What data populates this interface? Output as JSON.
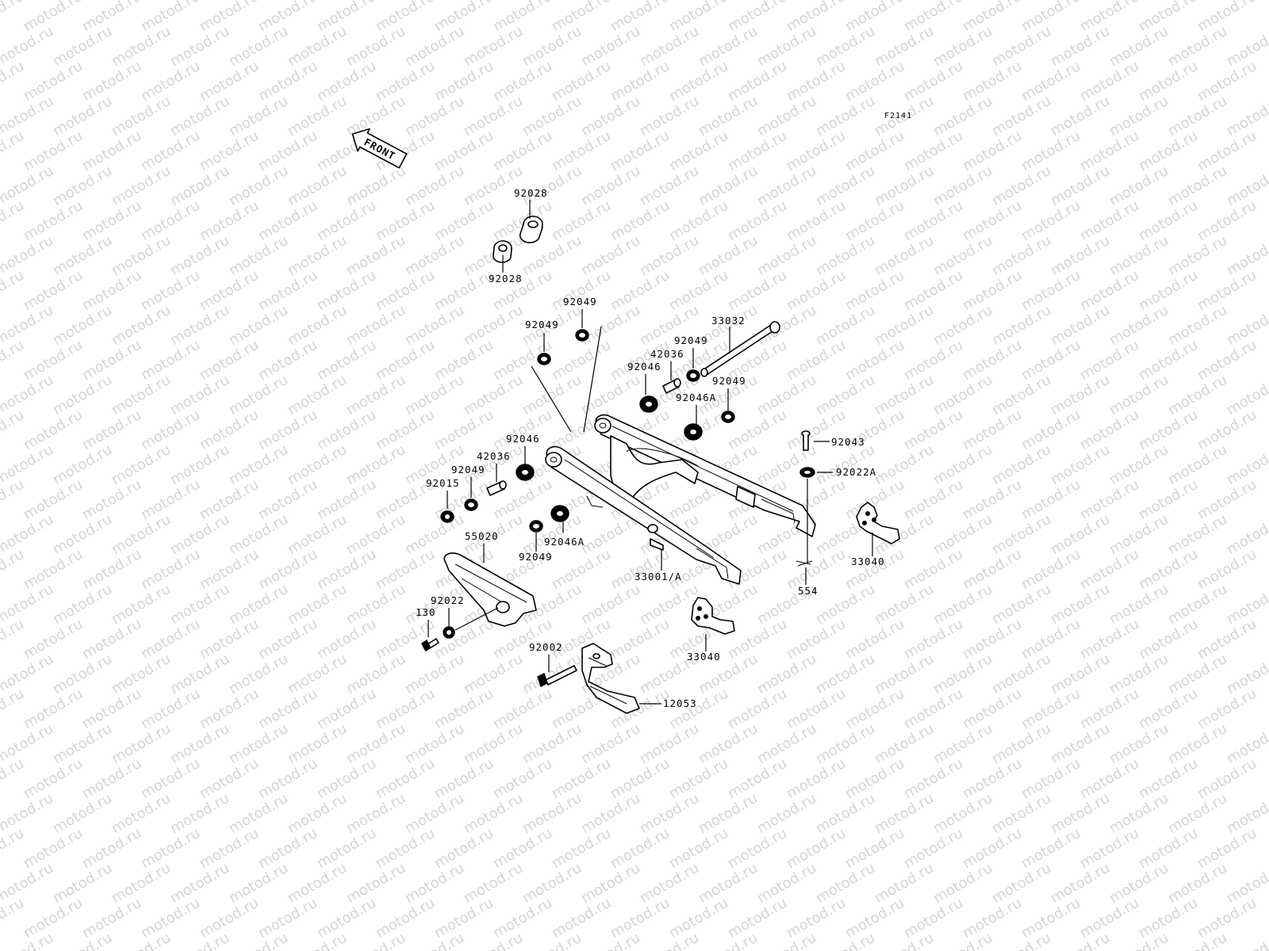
{
  "watermark": "motod.ru",
  "figure_code": "F2141",
  "front_label": "FRONT",
  "parts": {
    "p92028_top": "92028",
    "p92028_bot": "92028",
    "p92049_a": "92049",
    "p92049_b": "92049",
    "p33032": "33032",
    "p92049_c": "92049",
    "p42036_a": "42036",
    "p92046_a": "92046",
    "p92049_d": "92049",
    "p92046A_a": "92046A",
    "p92046_b": "92046",
    "p42036_b": "42036",
    "p92049_e": "92049",
    "p92015": "92015",
    "p92043": "92043",
    "p92022A": "92022A",
    "p33040_a": "33040",
    "p554": "554",
    "p55020": "55020",
    "p92049_f": "92049",
    "p92046A_b": "92046A",
    "p33001A": "33001/A",
    "p92022": "92022",
    "p130": "130",
    "p33040_b": "33040",
    "p92002": "92002",
    "p12053": "12053"
  }
}
